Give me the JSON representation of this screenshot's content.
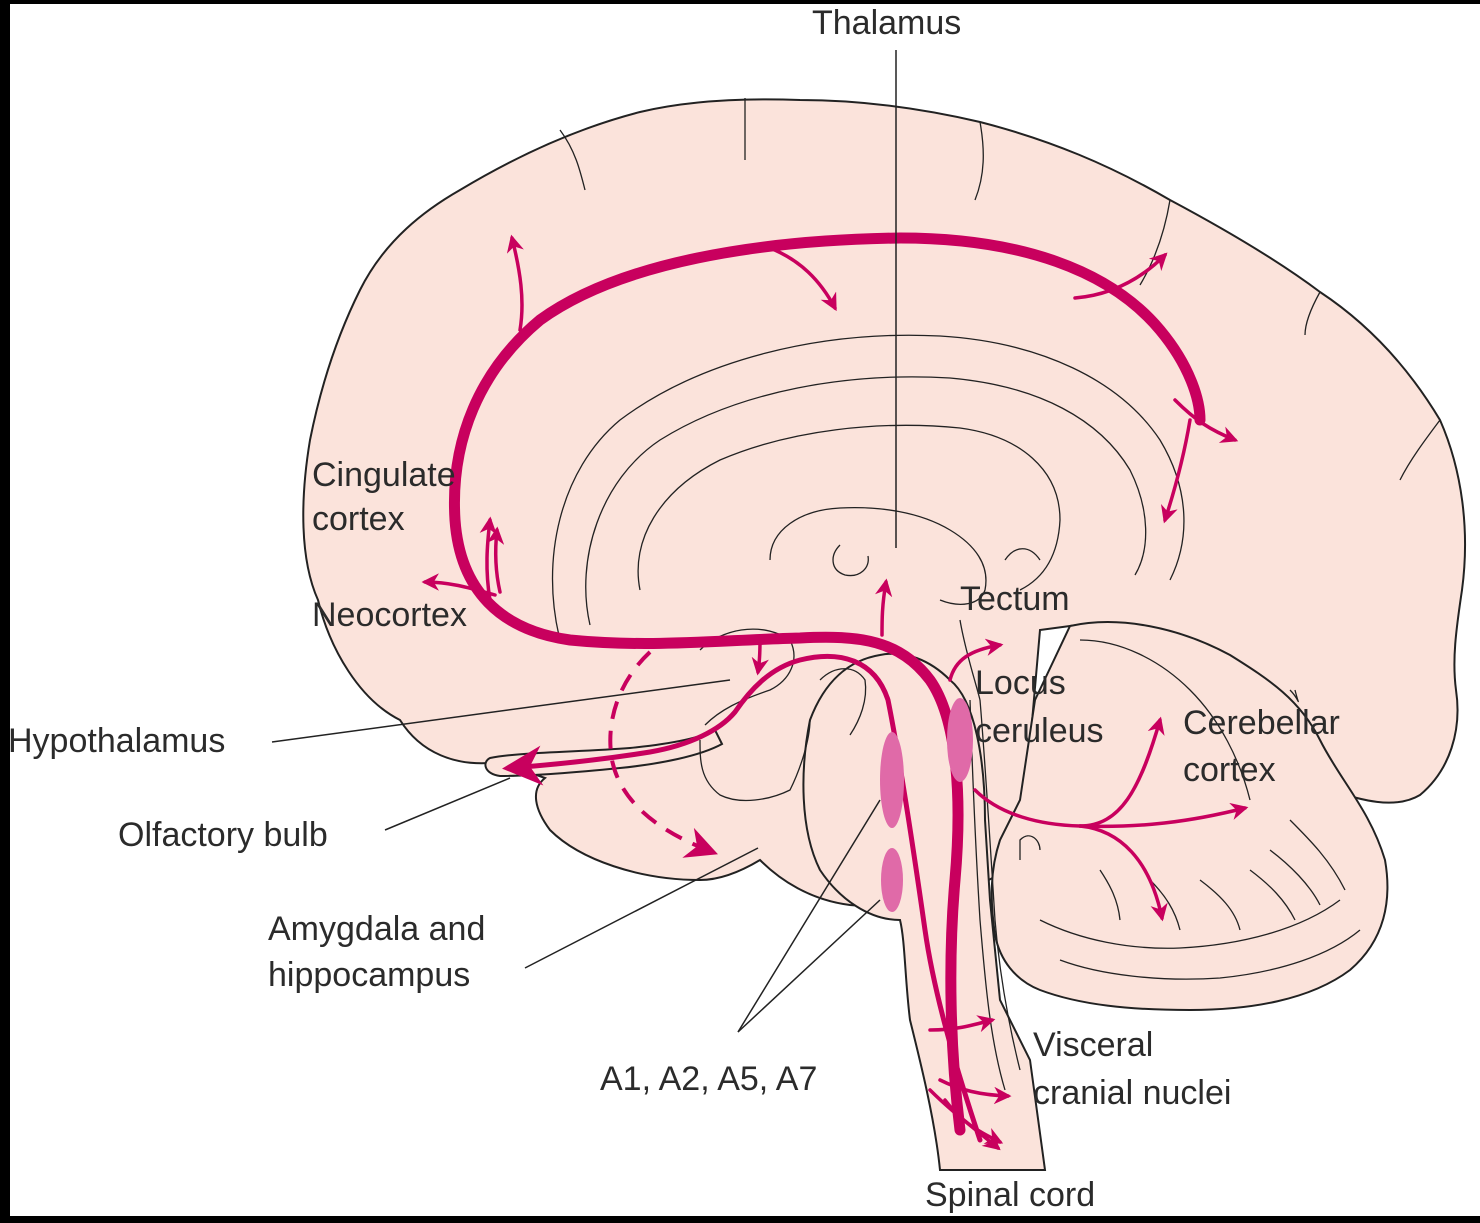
{
  "colors": {
    "brain_fill": "#fbe3db",
    "outline": "#222222",
    "pathway": "#c8005e",
    "nucleus": "#e06aa8",
    "frame": "#000000"
  },
  "labels": {
    "thalamus": "Thalamus",
    "cingulate_1": "Cingulate",
    "cingulate_2": "cortex",
    "neocortex": "Neocortex",
    "tectum": "Tectum",
    "locus_1": "Locus",
    "locus_2": "ceruleus",
    "cerebellar_1": "Cerebellar",
    "cerebellar_2": "cortex",
    "hypothalamus": "Hypothalamus",
    "olfactory": "Olfactory bulb",
    "amygdala_1": "Amygdala and",
    "amygdala_2": "hippocampus",
    "a_groups": "A1, A2, A5, A7",
    "visceral_1": "Visceral",
    "visceral_2": "cranial nuclei",
    "spinal": "Spinal cord"
  }
}
